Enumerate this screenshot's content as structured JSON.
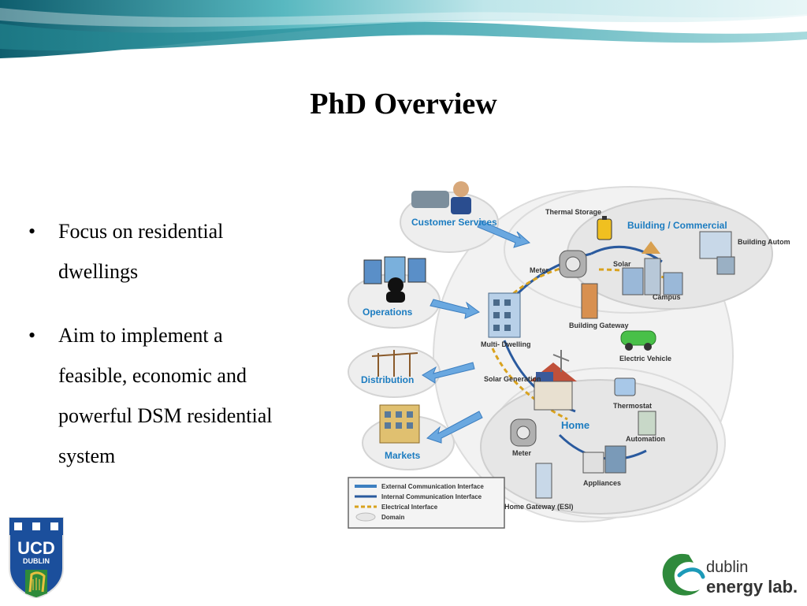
{
  "slide": {
    "title": "PhD Overview",
    "bullets": [
      "Focus on residential dwellings",
      "Aim to implement a feasible, economic and powerful DSM residential system"
    ]
  },
  "diagram": {
    "domains": {
      "customer": "Customer Services",
      "operations": "Operations",
      "distribution": "Distribution",
      "markets": "Markets",
      "building": "Building / Commercial",
      "home": "Home"
    },
    "labels": {
      "thermal_storage": "Thermal Storage",
      "building_automation": "Building Automation",
      "meter": "Meter",
      "solar": "Solar",
      "campus": "Campus",
      "building_gateway": "Building Gateway",
      "multi_dwelling": "Multi- Dwelling",
      "electric_vehicle": "Electric Vehicle",
      "solar_generation": "Solar Generation",
      "thermostat": "Thermostat",
      "automation": "Automation",
      "meter_home": "Meter",
      "appliances": "Appliances",
      "home_gateway": "Home Gateway (ESI)"
    },
    "legend": [
      "External Communication Interface",
      "Internal Communication Interface",
      "Electrical Interface",
      "Domain"
    ]
  },
  "logos": {
    "ucd": [
      "UCD",
      "DUBLIN"
    ],
    "dublin_energy_lab": [
      "dublin",
      "energy lab."
    ]
  },
  "colors": {
    "banner_teal": "#2a8f9a",
    "domain_blue": "#1c7cc0",
    "ucd_blue": "#1b4f9c",
    "del_green": "#2f8a3c"
  }
}
